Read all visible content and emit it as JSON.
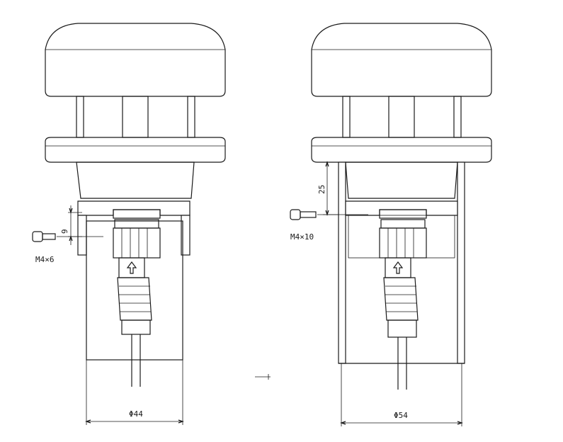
{
  "left_view": {
    "screw_label": "M4×6",
    "dim_height": "9",
    "dim_diameter": "Φ44"
  },
  "right_view": {
    "screw_label": "M4×10",
    "dim_height": "25",
    "dim_diameter": "Φ54"
  }
}
